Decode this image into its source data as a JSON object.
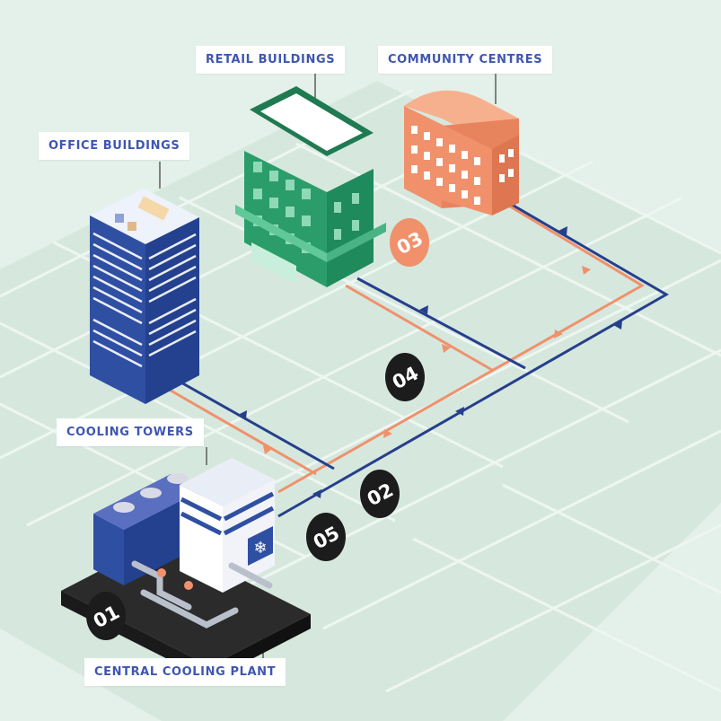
{
  "labels": {
    "retail": "RETAIL BUILDINGS",
    "community": "COMMUNITY CENTRES",
    "office": "OFFICE BUILDINGS",
    "cooling_towers": "COOLING TOWERS",
    "central_plant": "CENTRAL COOLING PLANT"
  },
  "steps": {
    "s01": "01",
    "s02": "02",
    "s03": "03",
    "s04": "04",
    "s05": "05"
  },
  "colors": {
    "background": "#e4f0ea",
    "supply_line": "#263f8c",
    "return_line": "#f0916c",
    "label_text": "#3f56b0",
    "step_badge": "#1c1c1c",
    "step_badge_highlight": "#f0916c",
    "office_building": "#2f4fa3",
    "retail_building": "#2a9d6a",
    "community_building": "#f0916c"
  },
  "icons": {
    "plant_unit": "snowflake-icon"
  }
}
